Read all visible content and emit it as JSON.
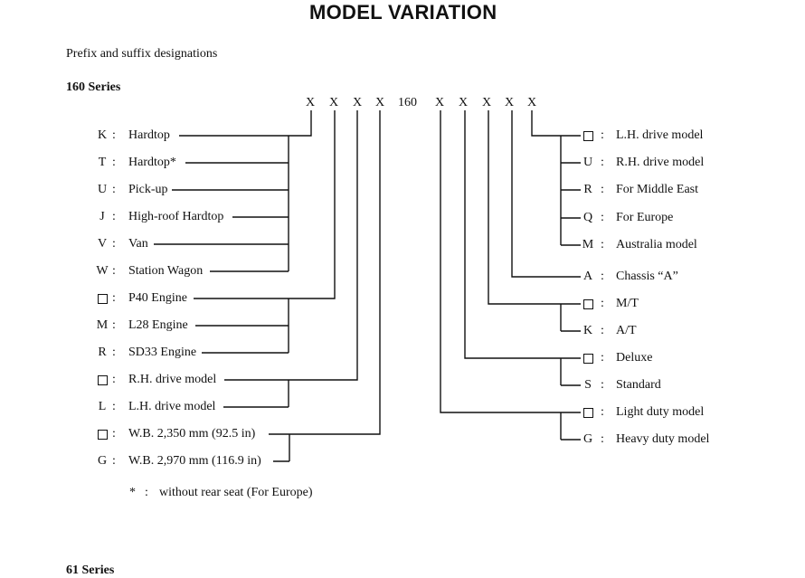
{
  "title": "MODEL VARIATION",
  "subtitle": "Prefix and suffix designations",
  "series_160": "160 Series",
  "series_61": "61 Series",
  "code": {
    "x1": "X",
    "x2": "X",
    "x3": "X",
    "x4": "X",
    "mid": "160",
    "x5": "X",
    "x6": "X",
    "x7": "X",
    "x8": "X",
    "x9": "X"
  },
  "colon": ":",
  "left": [
    {
      "sym": "K",
      "label": "Hardtop"
    },
    {
      "sym": "T",
      "label": "Hardtop*"
    },
    {
      "sym": "U",
      "label": "Pick-up"
    },
    {
      "sym": "J",
      "label": "High-roof Hardtop"
    },
    {
      "sym": "V",
      "label": "Van"
    },
    {
      "sym": "W",
      "label": "Station Wagon"
    },
    {
      "sym": "",
      "label": "P40 Engine"
    },
    {
      "sym": "M",
      "label": "L28 Engine"
    },
    {
      "sym": "R",
      "label": "SD33 Engine"
    },
    {
      "sym": "",
      "label": "R.H. drive model"
    },
    {
      "sym": "L",
      "label": "L.H. drive model"
    },
    {
      "sym": "",
      "label": "W.B. 2,350 mm (92.5 in)"
    },
    {
      "sym": "G",
      "label": "W.B. 2,970 mm (116.9 in)"
    }
  ],
  "right": [
    {
      "sym": "",
      "label": "L.H. drive model"
    },
    {
      "sym": "U",
      "label": "R.H. drive model"
    },
    {
      "sym": "R",
      "label": "For Middle East"
    },
    {
      "sym": "Q",
      "label": "For Europe"
    },
    {
      "sym": "M",
      "label": "Australia model"
    },
    {
      "sym": "A",
      "label": "Chassis “A”"
    },
    {
      "sym": "",
      "label": "M/T"
    },
    {
      "sym": "K",
      "label": "A/T"
    },
    {
      "sym": "",
      "label": "Deluxe"
    },
    {
      "sym": "S",
      "label": "Standard"
    },
    {
      "sym": "",
      "label": "Light duty model"
    },
    {
      "sym": "G",
      "label": "Heavy duty model"
    }
  ],
  "footnote": {
    "star": "*",
    "colon": ":",
    "text": "without rear seat (For Europe)"
  }
}
